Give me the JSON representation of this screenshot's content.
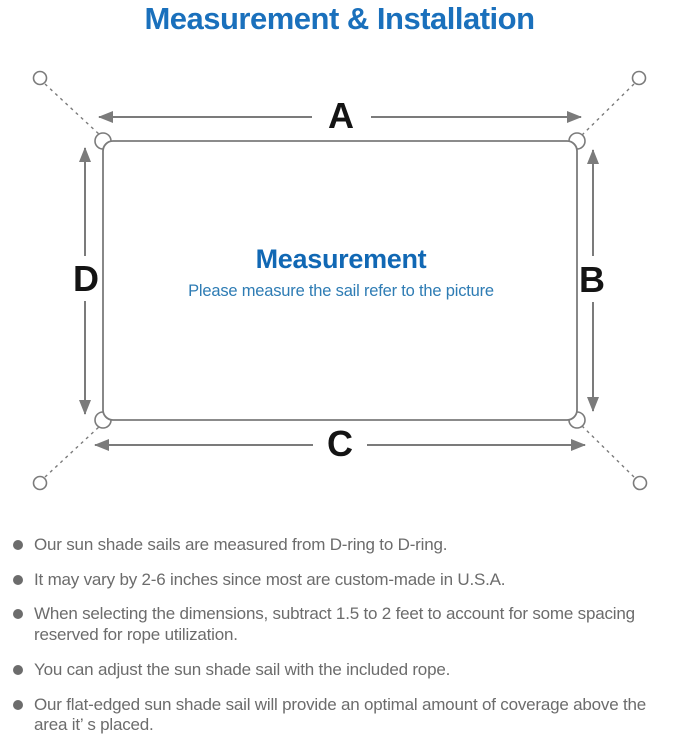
{
  "title": "Measurement & Installation",
  "colors": {
    "accent-blue": "#1a70bc",
    "heading-blue": "#1168b4",
    "subheading-blue": "#2e7cb4",
    "line-gray": "#7b7b7b",
    "label-black": "#141414",
    "note-gray": "#6c6c6c"
  },
  "diagram": {
    "heading": "Measurement",
    "subheading": "Please measure the sail refer to the picture",
    "labels": {
      "top": "A",
      "right": "B",
      "bottom": "C",
      "left": "D"
    }
  },
  "notes": [
    "Our sun shade sails are measured from D-ring to D-ring.",
    "It may vary by 2-6 inches since most are custom-made in U.S.A.",
    "When selecting the dimensions, subtract 1.5 to 2 feet to account for some spacing reserved for rope utilization.",
    "You can adjust the sun shade sail with the included rope.",
    "Our flat-edged sun shade sail will provide an optimal amount of coverage above the area it’ s placed."
  ]
}
